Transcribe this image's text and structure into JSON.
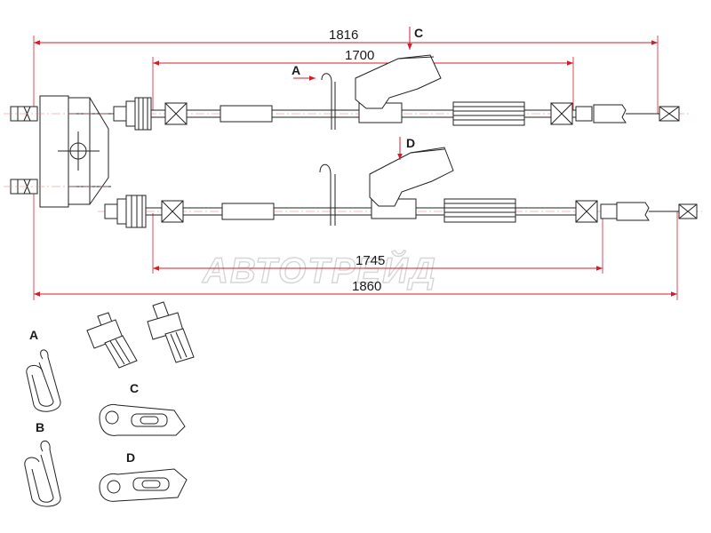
{
  "dimensions": {
    "upper_overall": "1816",
    "upper_inner": "1700",
    "lower_inner": "1745",
    "lower_overall": "1860"
  },
  "callouts": {
    "a": "A",
    "b": "B",
    "c": "C",
    "d": "D"
  },
  "watermark": "АВТОТРЕЙД",
  "colors": {
    "dimension": "#d11e2a",
    "ink": "#222222",
    "watermark": "#d6d6d6"
  }
}
